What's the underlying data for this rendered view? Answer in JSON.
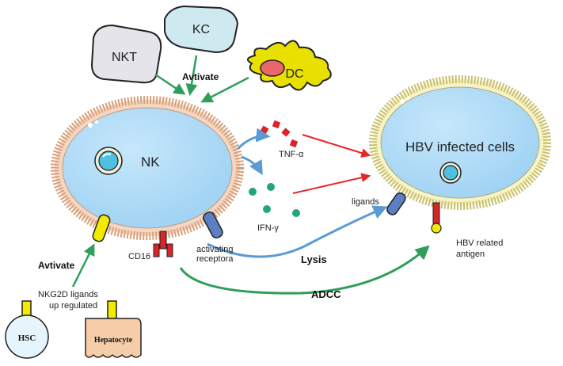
{
  "cells": {
    "nkt": "NKT",
    "kc": "KC",
    "dc": "DC",
    "nk": "NK",
    "hbv": "HBV infected cells",
    "hsc": "HSC",
    "hepatocyte": "Hepatocyte"
  },
  "labels": {
    "activate_top": "Avtivate",
    "activate_bottom": "Avtivate",
    "tnf": "TNF-α",
    "ifn": "IFN-γ",
    "ligands": "ligands",
    "hbv_antigen_line1": "HBV related",
    "hbv_antigen_line2": "antigen",
    "cd16": "CD16",
    "activating_line1": "activating",
    "activating_line2": "receptora",
    "lysis": "Lysis",
    "adcc": "ADCC",
    "nkg2d_line1": "NKG2D ligands",
    "nkg2d_line2": "up regulated"
  },
  "colors": {
    "cell_fill": "#a9d8f5",
    "membrane": "#d9a07a",
    "green_arrow": "#2e9e5a",
    "red_arrow": "#e8262a",
    "blue_arrow": "#5b9bd5",
    "dc_fill": "#e8e000",
    "kc_fill": "#cfe9f1",
    "nkt_fill": "#e4e4ea"
  }
}
